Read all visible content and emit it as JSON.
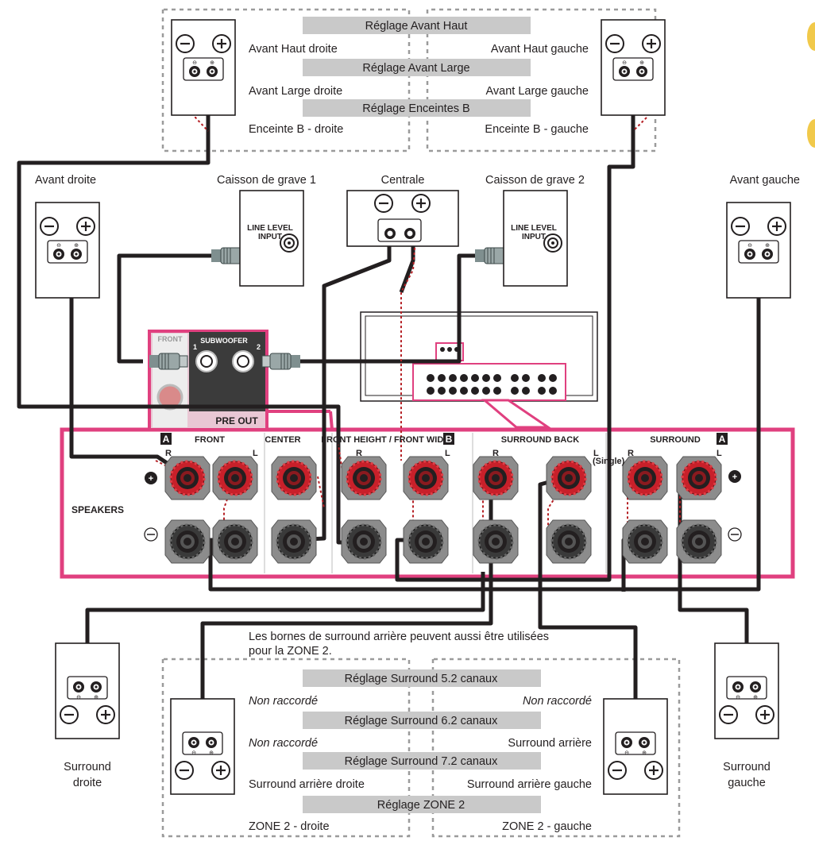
{
  "top_group": {
    "bars": [
      "Réglage Avant Haut",
      "Réglage Avant Large",
      "Réglage Enceintes B"
    ],
    "left_labels": [
      "Avant Haut droite",
      "Avant Large droite",
      "Enceinte B - droite"
    ],
    "right_labels": [
      "Avant Haut gauche",
      "Avant Large gauche",
      "Enceinte B - gauche"
    ]
  },
  "speakers": {
    "front_right": "Avant droite",
    "subwoofer_1": "Caisson de grave 1",
    "center": "Centrale",
    "subwoofer_2": "Caisson de grave 2",
    "front_left": "Avant gauche",
    "surround_right_line1": "Surround",
    "surround_right_line2": "droite",
    "surround_left_line1": "Surround",
    "surround_left_line2": "gauche"
  },
  "line_level": {
    "line1": "LINE LEVEL",
    "line2": "INPUT"
  },
  "preout": {
    "front": "FRONT",
    "subwoofer": "SUBWOOFER",
    "num1": "1",
    "num2": "2",
    "label": "PRE OUT"
  },
  "panel": {
    "speakers": "SPEAKERS",
    "front": "FRONT",
    "center": "CENTER",
    "front_height_wide": "FRONT HEIGHT / FRONT WIDE /",
    "surround_back": "SURROUND BACK",
    "surround": "SURROUND",
    "badge_a": "A",
    "badge_b": "B",
    "r": "R",
    "l": "L",
    "single": "(Single)"
  },
  "zone_note": {
    "line1": "Les bornes de surround arrière peuvent aussi être utilisées",
    "line2": "pour la ZONE 2."
  },
  "bottom_group": {
    "bars": [
      "Réglage Surround 5.2 canaux",
      "Réglage Surround 6.2 canaux",
      "Réglage Surround 7.2 canaux",
      "Réglage ZONE 2"
    ],
    "left_labels": [
      "Non raccordé",
      "Non raccordé",
      "Surround arrière droite",
      "ZONE 2 - droite"
    ],
    "right_labels": [
      "Non raccordé",
      "Surround arrière",
      "Surround arrière gauche",
      "ZONE 2 - gauche"
    ]
  },
  "colors": {
    "accent_pink": "#e0407f",
    "cable_red": "#b52025",
    "terminal_red": "#c8202a",
    "bar_gray": "#c9c9c9",
    "dash_gray": "#9b9b9b"
  }
}
